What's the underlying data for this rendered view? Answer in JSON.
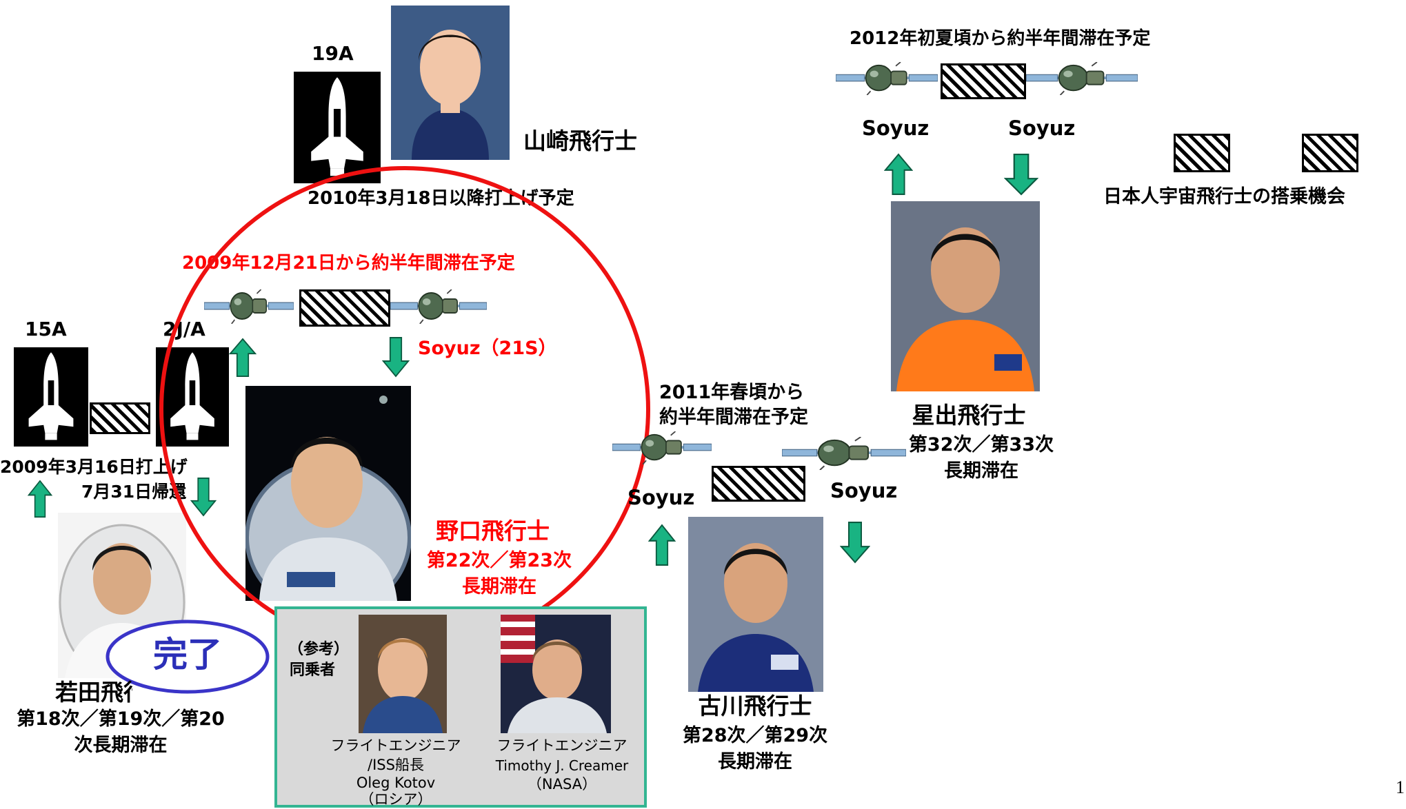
{
  "colors": {
    "arrow": "#19b382",
    "highlight_circle": "#ee1111",
    "done_oval": "#3a34c8",
    "done_text": "#2b2fb8",
    "crew_box_border": "#33b592",
    "crew_box_fill": "#d9d9d9"
  },
  "legend": {
    "label": "日本人宇宙飛行士の搭乗機会"
  },
  "yamazaki": {
    "flight": "19A",
    "name": "山崎飛行士",
    "launch": "2010年3月18日以降打上げ予定"
  },
  "wakata": {
    "flight_up": "15A",
    "flight_down": "2J/A",
    "launch": "2009年3月16日打上げ",
    "return": "7月31日帰還",
    "name": "若田飛行士",
    "mission_line1": "第18次／第19次／第20",
    "mission_line2": "次長期滞在",
    "status": "完了"
  },
  "noguchi": {
    "stay": "2009年12月21日から約半年間滞在予定",
    "vehicle": "Soyuz（21S）",
    "name": "野口飛行士",
    "mission_line1": "第22次／第23次",
    "mission_line2": "長期滞在"
  },
  "crew": {
    "ref_line1": "（参考）",
    "ref_line2": "同乗者",
    "kotov": {
      "role": "フライトエンジニア",
      "role2": "/ISS船長",
      "name": "Oleg Kotov",
      "country": "（ロシア）"
    },
    "creamer": {
      "role": "フライトエンジニア",
      "name": "Timothy J.  Creamer",
      "country": "（NASA）"
    }
  },
  "furukawa": {
    "stay_line1": "2011年春頃から",
    "stay_line2": "約半年間滞在予定",
    "vehicle_up": "Soyuz",
    "vehicle_down": "Soyuz",
    "name": "古川飛行士",
    "mission_line1": "第28次／第29次",
    "mission_line2": "長期滞在"
  },
  "hoshide": {
    "stay": "2012年初夏頃から約半年間滞在予定",
    "vehicle_up": "Soyuz",
    "vehicle_down": "Soyuz",
    "name": "星出飛行士",
    "mission_line1": "第32次／第33次",
    "mission_line2": "長期滞在"
  },
  "page_number": "1"
}
